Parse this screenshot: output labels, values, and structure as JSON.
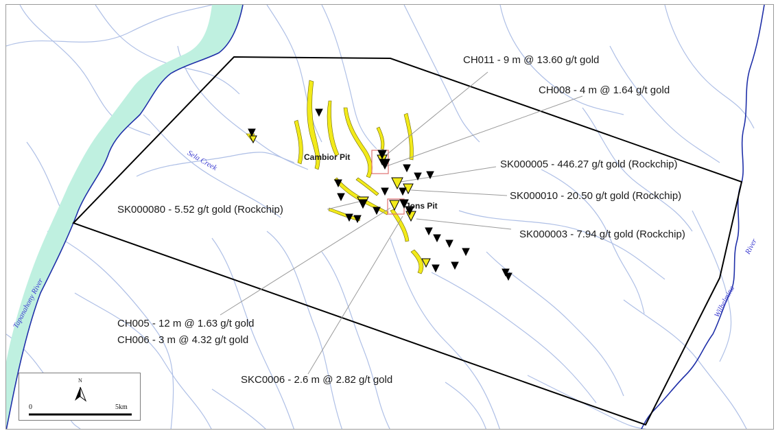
{
  "map": {
    "colors": {
      "stream": "#aebfe6",
      "river_fill": "#bff0e0",
      "river_edge": "#1f2fa8",
      "boundary": "#000000",
      "mineralization": "#f2ea1a",
      "sample_marker": "#000000",
      "pit_box": "#e07070",
      "leader_line": "#9a9a9a"
    },
    "water_labels": {
      "tapanahony": "Tapanahony River",
      "sela": "Sela Creek",
      "wilhelmina_1": "Wilhelmina",
      "wilhelmina_2": "River"
    },
    "pits": {
      "cambior": "Cambior Pit",
      "jons": "Jons Pit"
    },
    "callouts": {
      "ch011": "CH011 - 9 m @ 13.60 g/t gold",
      "ch008": "CH008 - 4 m @ 1.64 g/t gold",
      "sk000005": "SK000005 - 446.27 g/t gold (Rockchip)",
      "sk000010": "SK000010 - 20.50 g/t gold (Rockchip)",
      "sk000080": "SK000080 - 5.52 g/t gold (Rockchip)",
      "sk000003": "SK000003 - 7.94 g/t gold (Rockchip)",
      "ch005": "CH005 - 12 m @ 1.63 g/t gold",
      "ch006": "CH006 - 3 m @ 4.32 g/t gold",
      "skc0006": "SKC0006 - 2.6 m @ 2.82 g/t gold"
    },
    "scale_bar": {
      "start": "0",
      "end": "5km",
      "north": "N"
    },
    "icons": [
      "north-arrow-icon",
      "sample-marker-icon"
    ]
  }
}
